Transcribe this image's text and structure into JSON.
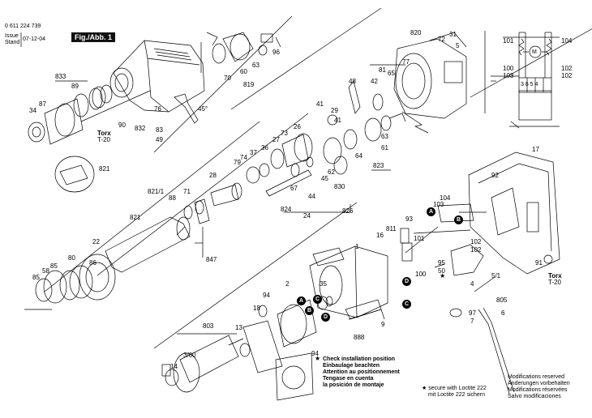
{
  "header": {
    "part_number": "0 611 224 739",
    "issue_label": "Issue",
    "stand_label": "Stand",
    "date": "07-12-04",
    "figure": "Fig./Abb. 1"
  },
  "labels": {
    "l820": "820",
    "l72": "72",
    "l31": "31",
    "l5": "5",
    "l77": "77",
    "l81": "81",
    "l65": "65",
    "l42": "42",
    "l48": "48",
    "l101": "101",
    "l104": "104",
    "l100": "100",
    "l103": "103",
    "l102a": "102",
    "l102b": "102",
    "lM": "M",
    "lseq": "3 6 5 4",
    "l41a": "41",
    "l29": "29",
    "l41b": "41",
    "l26": "26",
    "l73": "73",
    "l27": "27",
    "l63": "63",
    "l61": "61",
    "l64": "64",
    "l823": "823",
    "l45": "45",
    "l62": "62",
    "l830": "830",
    "l824": "824",
    "l44": "44",
    "l24": "24",
    "l826": "826",
    "l67": "67",
    "l833": "833",
    "l89": "89",
    "l87": "87",
    "l34": "34",
    "l90": "90",
    "l76": "76",
    "l832": "832",
    "l83": "83",
    "l49": "49",
    "l45deg": "45°",
    "l70": "70",
    "l60": "60",
    "l63b": "63",
    "l819": "819",
    "l96": "96",
    "l821": "821",
    "l821_1": "821/1",
    "l88": "88",
    "l71": "71",
    "l28": "28",
    "l79": "79",
    "l74": "74",
    "l37": "37",
    "l36": "36",
    "l821b": "821",
    "l22": "22",
    "l86": "86",
    "l80": "80",
    "l85a": "85",
    "l85b": "85",
    "l58": "58",
    "l847": "847",
    "l17": "17",
    "l92": "92",
    "l104b": "104",
    "l103b": "103",
    "l93": "93",
    "l811": "811",
    "l16": "16",
    "l1": "1",
    "l101b": "101",
    "l102c": "102",
    "l102d": "102",
    "l95": "95",
    "l50": "50",
    "l4": "4",
    "l5_1": "5/1",
    "l91": "91",
    "l100b": "100",
    "l97": "97",
    "l7": "7",
    "l805": "805",
    "l6": "6",
    "l94a": "94",
    "l2": "2",
    "l18": "18",
    "l35": "35",
    "l9": "9",
    "l888": "888",
    "l803": "803",
    "l13": "13",
    "l14": "14",
    "l3_60": "3/60",
    "l94b": "94"
  },
  "badges": {
    "A1": "A",
    "B1": "B",
    "C1": "C",
    "D1": "D",
    "A2": "A",
    "B2": "B",
    "C2": "C",
    "D2": "D"
  },
  "torx": [
    {
      "name": "Torx",
      "size": "T-20"
    },
    {
      "name": "Torx",
      "size": "T-20"
    }
  ],
  "install_note": [
    "Check installation position",
    "Einbaulage beachten",
    "Attention au positionnement",
    "Tengase en cuenta",
    "la posición de montaje"
  ],
  "loctite_note": [
    "★ secure with Loctite 222",
    "mit Loctite 222 sichern"
  ],
  "modifications": [
    "Modifications reserved",
    "Änderungen vorbehalten",
    "Modifications réservées",
    "Salvo modificaciones"
  ],
  "star": "★"
}
